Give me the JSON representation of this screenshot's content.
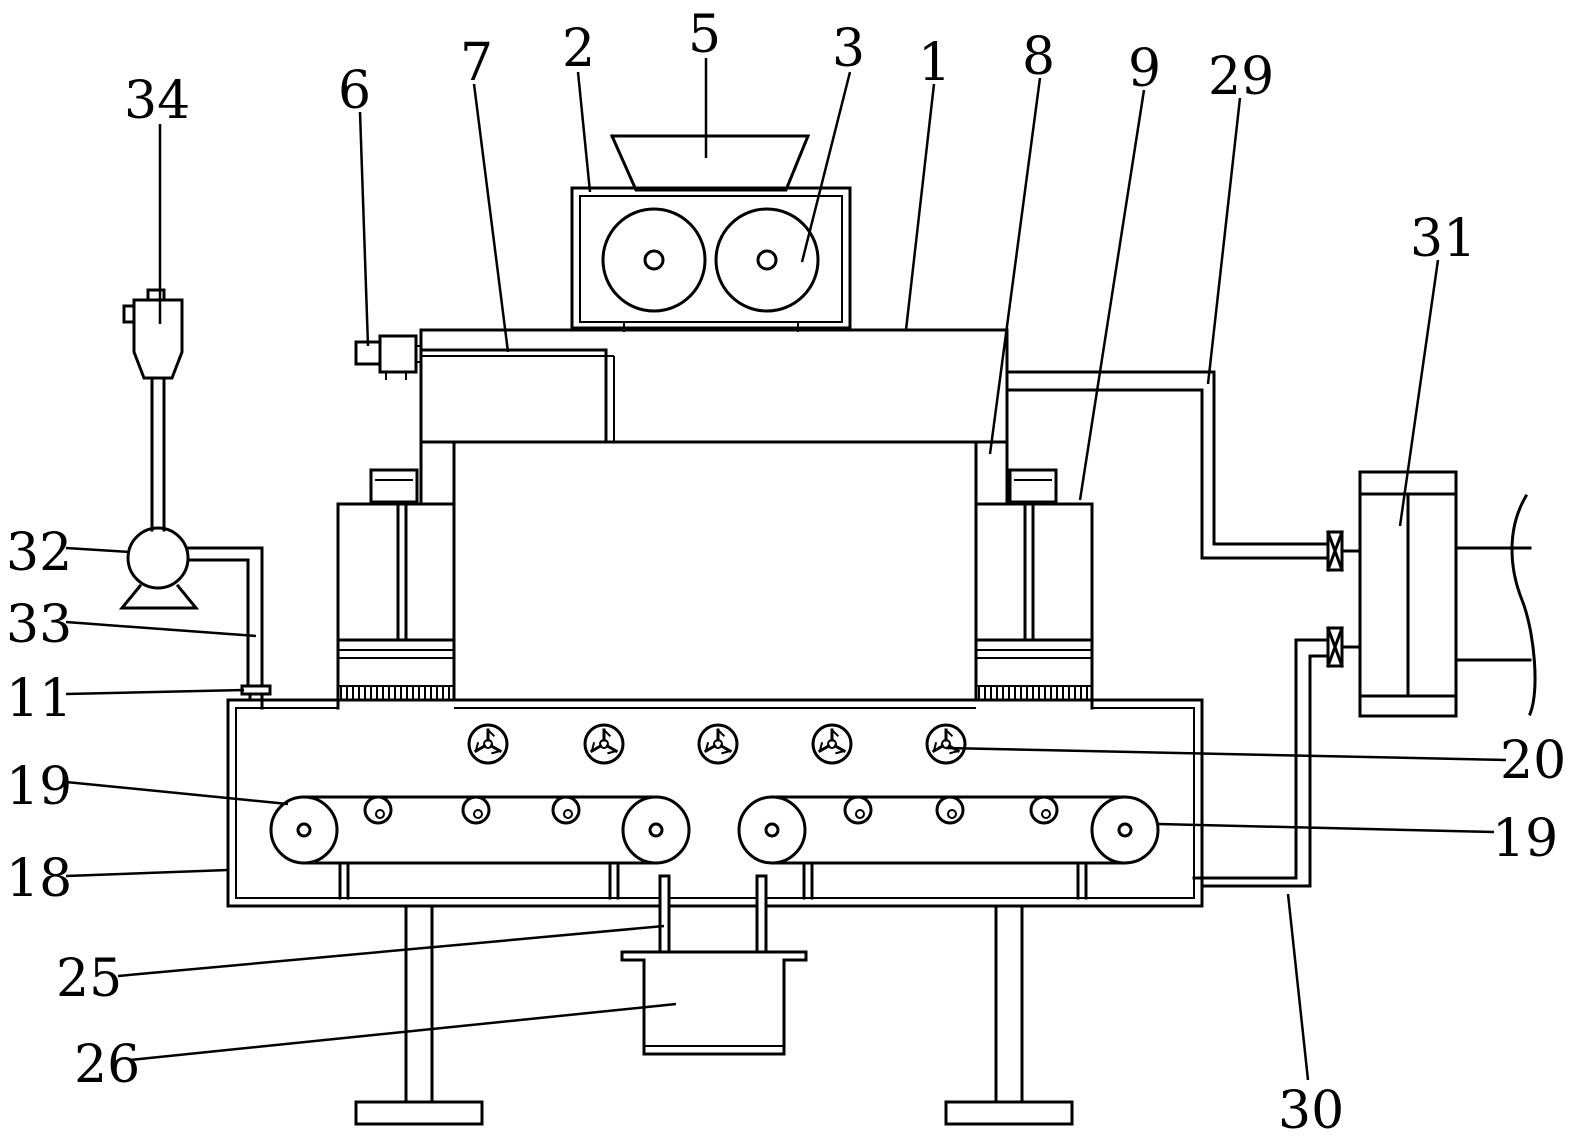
{
  "labels": {
    "n1": "1",
    "n2": "2",
    "n3": "3",
    "n5": "5",
    "n6": "6",
    "n7": "7",
    "n8": "8",
    "n9": "9",
    "n11": "11",
    "n18": "18",
    "n19a": "19",
    "n19b": "19",
    "n20": "20",
    "n25": "25",
    "n26": "26",
    "n29": "29",
    "n30": "30",
    "n31": "31",
    "n32": "32",
    "n33": "33",
    "n34": "34"
  }
}
